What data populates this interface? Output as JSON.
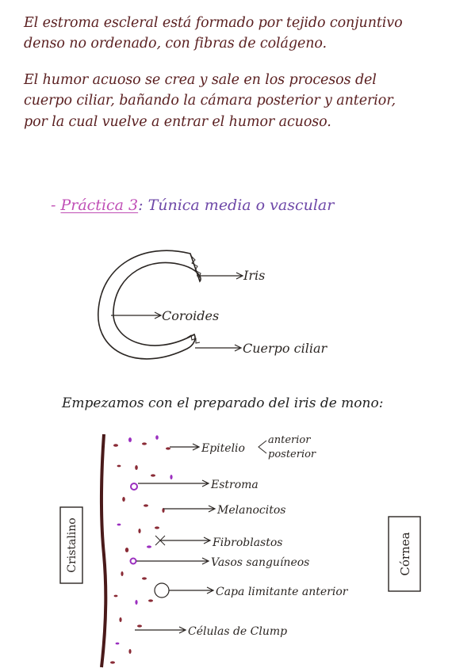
{
  "paragraphs": [
    {
      "lines": [
        "El estroma escleral está formado por tejido conjuntivo",
        "denso no ordenado, con fibras de colágeno."
      ]
    },
    {
      "lines": [
        "El humor acuoso se crea y sale en los procesos del",
        "cuerpo ciliar, bañando la cámara posterior y anterior,",
        "por la cual vuelve a entrar el humor acuoso."
      ]
    }
  ],
  "heading": {
    "dash": "-",
    "highlight": "Práctica 3",
    "rest": ": Túnica media o vascular"
  },
  "diagram1": {
    "labels": {
      "iris": "Iris",
      "coroides": "Coroides",
      "cuerpo_ciliar": "Cuerpo ciliar"
    }
  },
  "intro": "Empezamos con el preparado del iris de mono:",
  "diagram2": {
    "labels": {
      "epitelio": "Epitelio",
      "epitelio_anterior": "anterior",
      "epitelio_posterior": "posterior",
      "estroma": "Estroma",
      "melanocitos": "Melanocitos",
      "fibroblastos": "Fibroblastos",
      "vasos": "Vasos sanguíneos",
      "capa": "Capa limitante anterior",
      "celulas": "Células de Clump"
    },
    "left_box": "Cristalino",
    "right_box": "Córnea"
  },
  "colors": {
    "ink": "#5a1f20",
    "pink": "#c04fb6",
    "violet": "#6e48a8",
    "melanin": "#8a2b36",
    "purple_cell": "#9b2fbf"
  }
}
